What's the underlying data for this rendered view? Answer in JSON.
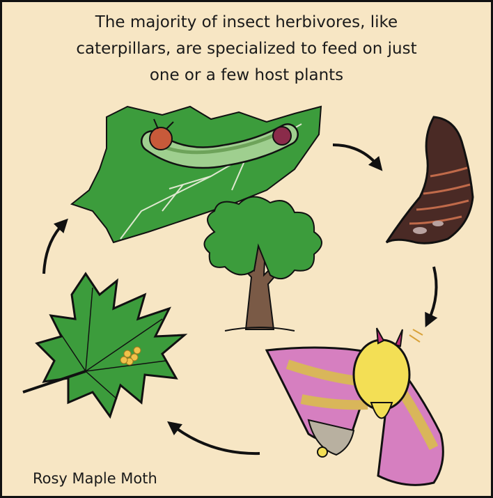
{
  "title_lines": [
    "The majority of insect herbivores, like",
    "caterpillars, are specialized to feed on just",
    "one or a few host plants"
  ],
  "caption": "Rosy Maple Moth",
  "colors": {
    "background": "#f7e6c4",
    "leaf_green": "#3c9c3c",
    "moth_pink": "#d67fc0",
    "moth_yellow": "#f3df55",
    "pupa_brown": "#4a2a25",
    "trunk_brown": "#7a5a46"
  },
  "lifecycle_stages": [
    {
      "icon": "caterpillar-on-leaf-icon"
    },
    {
      "icon": "pupa-icon"
    },
    {
      "icon": "rosy-maple-moth-icon"
    },
    {
      "icon": "maple-leaf-with-eggs-icon"
    }
  ],
  "center_icon": "maple-tree-icon"
}
